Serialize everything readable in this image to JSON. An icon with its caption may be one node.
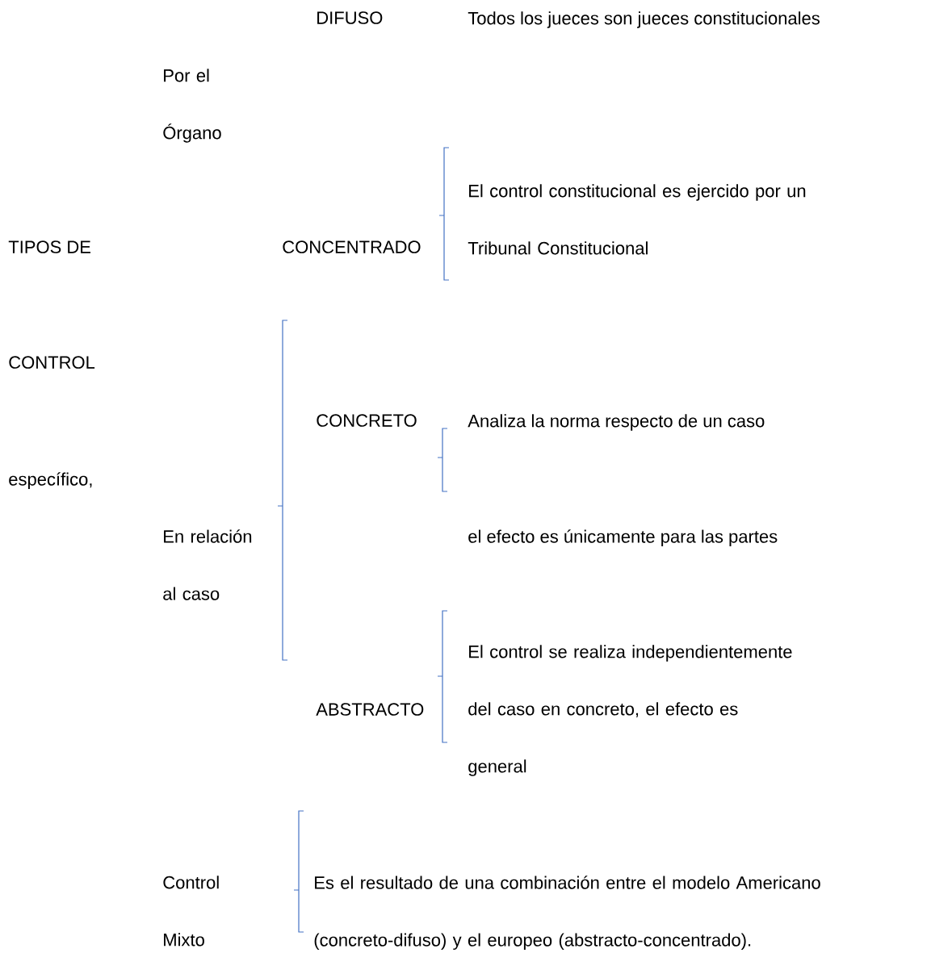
{
  "diagram": {
    "labels": [
      "DIFUSO",
      "Todos los jueces son jueces constitucionales",
      "Por el Órgano",
      "El control constitucional es ejercido por un Tribunal Constitucional",
      "TIPOS DE",
      "CONCENTRADO",
      "CONTROL",
      "CONCRETO",
      "Analiza la norma respecto de un caso",
      "específico,",
      "En relación al caso",
      "el efecto es únicamente para las partes",
      "El control se realiza independientemente del caso en concreto, el efecto es general",
      "ABSTRACTO",
      "Control Mixto",
      "Es el resultado de una combinación entre el modelo Americano (concreto-difuso) y el europeo (abstracto-concentrado)."
    ]
  }
}
